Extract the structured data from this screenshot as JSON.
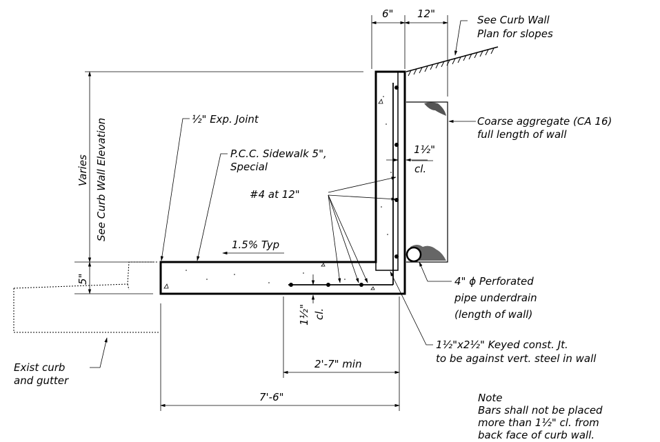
{
  "labels": {
    "dim_wall_thickness": "6\"",
    "dim_aggregate_width": "12\"",
    "slopes_note_line1": "See Curb Wall",
    "slopes_note_line2": "Plan for slopes",
    "aggregate_line1": "Coarse aggregate (CA 16)",
    "aggregate_line2": "full length of wall",
    "clear_cover_wall_value": "1½\"",
    "clear_cover_wall_unit": "cl.",
    "exp_joint": "½\" Exp. Joint",
    "sidewalk_line1": "P.C.C. Sidewalk 5\",",
    "sidewalk_line2": "Special",
    "rebar": "#4 at 12\"",
    "slope": "1.5% Typ",
    "height_varies": "Varies",
    "height_reference": "See Curb Wall Elevation",
    "dim_slab_thickness": "5\"",
    "pipe_line1": "4\" ϕ Perforated",
    "pipe_line2": "pipe underdrain",
    "pipe_line3": "(length of wall)",
    "clear_cover_slab_value": "1½\"",
    "clear_cover_slab_unit": "cl.",
    "keyed_joint_line1": "1½\"x2½\" Keyed const. Jt.",
    "keyed_joint_line2": "to be against vert. steel in wall",
    "dim_min_length": "2'-7\" min",
    "existing_line1": "Exist curb",
    "existing_line2": "and gutter",
    "dim_total_width": "7'-6\"",
    "note_title": "Note",
    "note_line1": "Bars shall not be placed",
    "note_line2": "more than 1½\" cl. from",
    "note_line3": "back face of curb wall."
  }
}
